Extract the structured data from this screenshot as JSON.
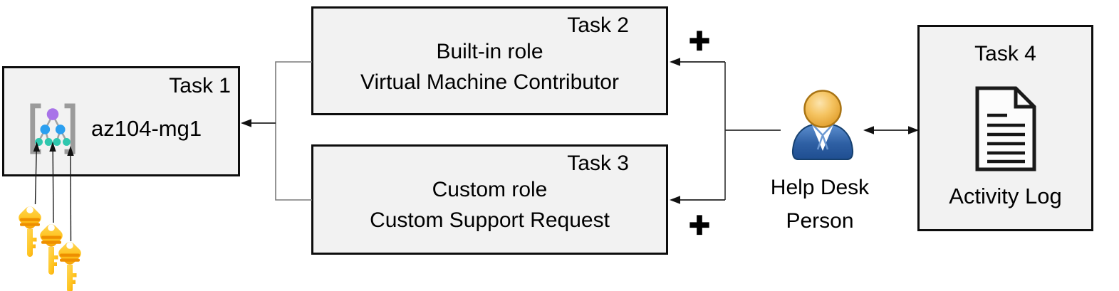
{
  "boxes": {
    "task1": {
      "title": "Task 1",
      "label": "az104-mg1",
      "icon": "management-group-icon"
    },
    "task2": {
      "title": "Task 2",
      "line1": "Built-in role",
      "line2": "Virtual Machine Contributor"
    },
    "task3": {
      "title": "Task 3",
      "line1": "Custom role",
      "line2": "Custom Support Request"
    },
    "task4": {
      "title": "Task 4",
      "label": "Activity Log",
      "icon": "document-icon"
    }
  },
  "actor": {
    "icon": "help-desk-person-icon",
    "label_line1": "Help Desk",
    "label_line2": "Person"
  },
  "symbols": {
    "plus_top": "+",
    "plus_bottom": "+"
  },
  "keys": {
    "icon": "key-icon",
    "count": 3
  },
  "colors": {
    "box_fill": "#f2f2f2",
    "box_border": "#0d0d0d",
    "connector": "#2e2e2e",
    "bracket": "#7a7a7a",
    "key_yellow": "#FFC420",
    "key_stripe": "#EE8F00",
    "person_blue": "#2E5FA3",
    "head_orange": "#F0B143",
    "node_purple": "#A873E8",
    "node_blue": "#2B9FF0",
    "node_teal": "#2FC7AE",
    "icon_gray": "#9B9B9B"
  }
}
